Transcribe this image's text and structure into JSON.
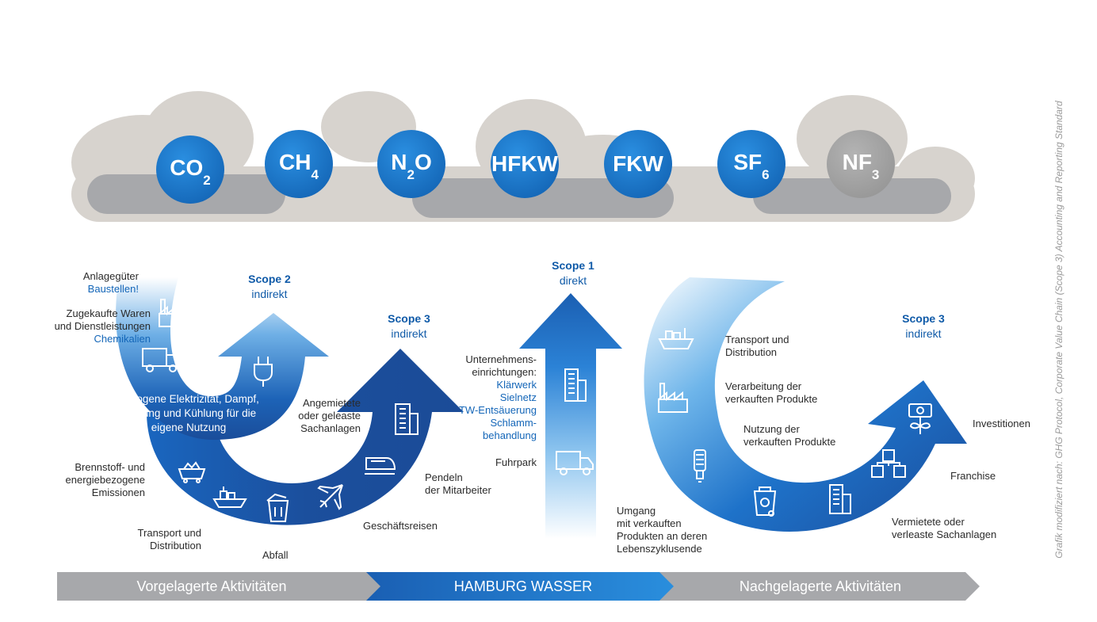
{
  "gases": [
    {
      "main": "CO",
      "sub": "2",
      "color": "#1878cf"
    },
    {
      "main": "CH",
      "sub": "4",
      "color": "#1878cf"
    },
    {
      "main": "N",
      "sub": "2",
      "tail": "O",
      "color": "#1878cf"
    },
    {
      "main": "HFKW",
      "color": "#1878cf"
    },
    {
      "main": "FKW",
      "color": "#1878cf"
    },
    {
      "main": "SF",
      "sub": "6",
      "color": "#1878cf"
    },
    {
      "main": "NF",
      "sub": "3",
      "color": "#a6a6a6"
    }
  ],
  "scope2": {
    "title": "Scope 2",
    "sub": "indirekt"
  },
  "scope3_left": {
    "title": "Scope 3",
    "sub": "indirekt"
  },
  "scope1": {
    "title": "Scope 1",
    "sub": "direkt"
  },
  "scope3_right": {
    "title": "Scope 3",
    "sub": "indirekt"
  },
  "upstream": {
    "anlagegueter": "Anlagegüter",
    "baustellen": "Baustellen!",
    "zugekauft_1": "Zugekaufte Waren",
    "zugekauft_2": "und Dienstleistungen",
    "chemikalien": "Chemikalien",
    "elektrizitaet_1": "Bezogene Elektrizität, Dampf,",
    "elektrizitaet_2": "Heizung und Kühlung für die",
    "elektrizitaet_3": "eigene Nutzung",
    "brennstoff_1": "Brennstoff- und",
    "brennstoff_2": "energiebezogene",
    "brennstoff_3": "Emissionen",
    "transport_1": "Transport und",
    "transport_2": "Distribution",
    "abfall": "Abfall",
    "geschaeftsreisen": "Geschäftsreisen",
    "pendeln_1": "Pendeln",
    "pendeln_2": "der Mitarbeiter",
    "angemietet_1": "Angemietete",
    "angemietet_2": "oder geleaste",
    "angemietet_3": "Sachanlagen"
  },
  "company": {
    "einrichtungen_1": "Unternehmens-",
    "einrichtungen_2": "einrichtungen:",
    "klaerwerk": "Klärwerk",
    "sielnetz": "Sielnetz",
    "tw": "TW-Entsäuerung",
    "schlamm_1": "Schlamm-",
    "schlamm_2": "behandlung",
    "fuhrpark": "Fuhrpark"
  },
  "downstream": {
    "transport_1": "Transport und",
    "transport_2": "Distribution",
    "verarbeitung_1": "Verarbeitung der",
    "verarbeitung_2": "verkauften Produkte",
    "nutzung_1": "Nutzung der",
    "nutzung_2": "verkauften Produkte",
    "investitionen": "Investitionen",
    "franchise": "Franchise",
    "vermietet_1": "Vermietete oder",
    "vermietet_2": "verleaste Sachanlagen",
    "umgang_1": "Umgang",
    "umgang_2": "mit verkauften",
    "umgang_3": "Produkten an deren",
    "umgang_4": "Lebenszyklusende"
  },
  "band": {
    "left": "Vorgelagerte Aktivitäten",
    "center": "HAMBURG WASSER",
    "right": "Nachgelagerte Aktivitäten"
  },
  "side_note": "Grafik modifiziert nach: GHG Protocol, Corporate Value Chain (Scope 3) Accounting and Reporting Standard",
  "colors": {
    "dark_blue": "#1f4e9e",
    "mid_blue": "#1878cf",
    "light_blue": "#d8ebf8",
    "grey": "#a6a6a6",
    "cloud": "#d6d2cc"
  }
}
